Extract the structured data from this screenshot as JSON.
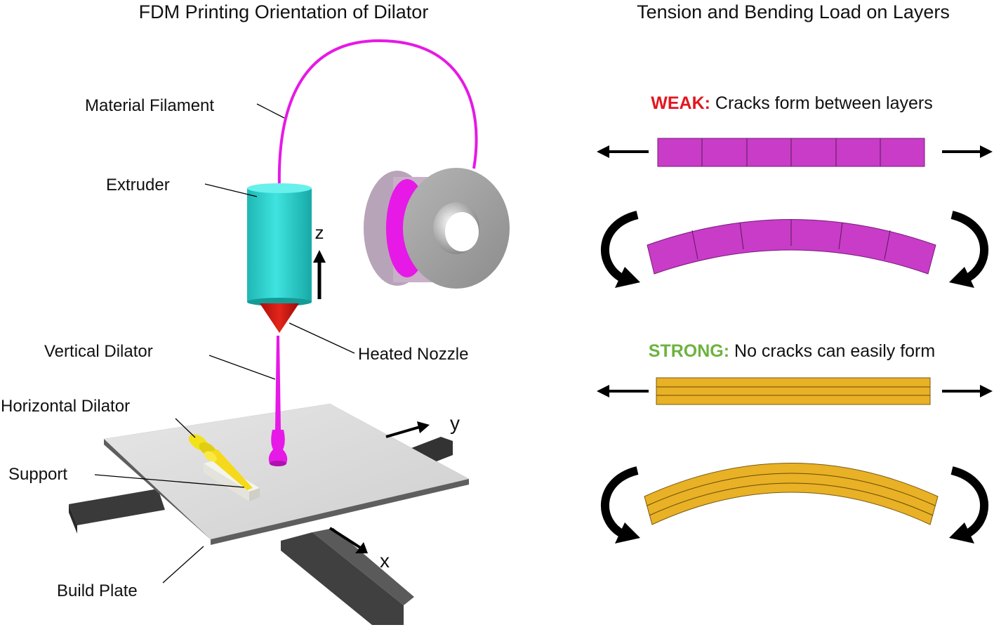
{
  "titles": {
    "left": "FDM Printing Orientation of Dilator",
    "right": "Tension and Bending Load on Layers"
  },
  "printer_labels": {
    "filament": "Material Filament",
    "extruder": "Extruder",
    "nozzle": "Heated Nozzle",
    "vertical_dilator": "Vertical Dilator",
    "horizontal_dilator": "Horizontal Dilator",
    "support": "Support",
    "build_plate": "Build Plate"
  },
  "axes": {
    "x": "x",
    "y": "y",
    "z": "z"
  },
  "panels": {
    "weak": {
      "keyword": "WEAK:",
      "text": " Cracks form between layers"
    },
    "strong": {
      "keyword": "STRONG:",
      "text": " No cracks can easily form"
    }
  },
  "colors": {
    "filament": "#e619e6",
    "extruder": "#2ed3cf",
    "nozzle": "#d91a12",
    "weak_bar": "#c83cc8",
    "strong_bar": "#e8b126",
    "weak_label": "#e3161e",
    "strong_label": "#6db33f",
    "plate": "#d9d9d9",
    "rail": "#3f3f3f",
    "spool": "#9a9a9a",
    "horizontal_dilator": "#f2e21a"
  }
}
